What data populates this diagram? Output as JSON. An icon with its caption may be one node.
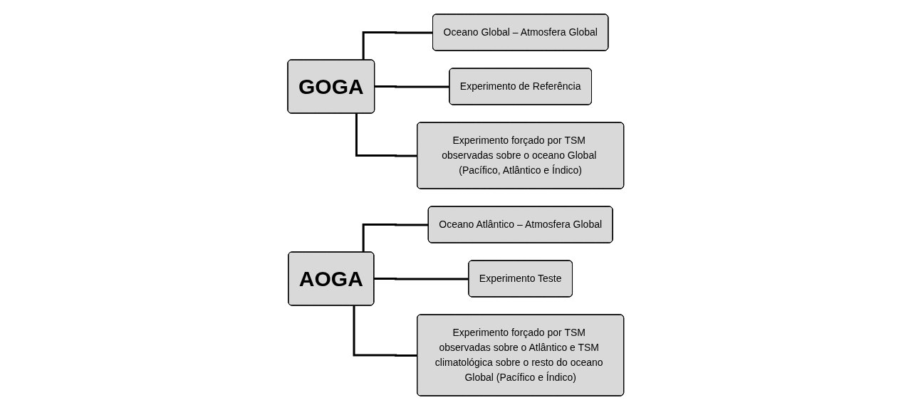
{
  "diagram": {
    "nodes": [
      {
        "text": [
          "GOGA"
        ]
      },
      {
        "text": [
          "Oceano Global – Atmosfera Global"
        ]
      },
      {
        "text": [
          "Experimento de Referência"
        ]
      },
      {
        "text": [
          "Experimento forçado por TSM observadas sobre o oceano Global (Pacífico, Atlântico e Índico)"
        ]
      },
      {
        "text": [
          "AOGA"
        ]
      },
      {
        "text": [
          "Oceano Atlântico – Atmosfera Global"
        ]
      },
      {
        "text": [
          "Experimento Teste"
        ]
      },
      {
        "text": [
          "Experimento forçado por TSM observadas sobre o Atlântico e TSM climatológica sobre o resto do oceano Global (Pacífico e Índico)"
        ]
      }
    ],
    "edges": [
      {
        "from": 0,
        "to": 1,
        "arrow": "none"
      },
      {
        "from": 0,
        "to": 2,
        "arrow": "none"
      },
      {
        "from": 0,
        "to": 3,
        "arrow": "none"
      },
      {
        "from": 4,
        "to": 5,
        "arrow": "none"
      },
      {
        "from": 4,
        "to": 6,
        "arrow": "none"
      },
      {
        "from": 4,
        "to": 7,
        "arrow": "none"
      }
    ]
  }
}
